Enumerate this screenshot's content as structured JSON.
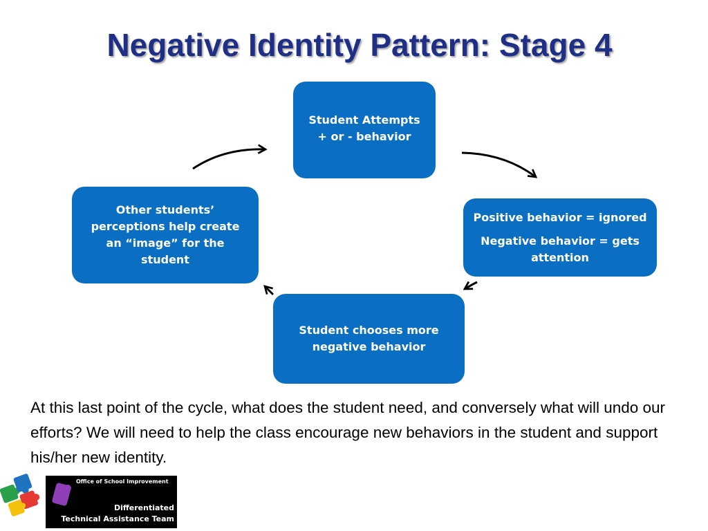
{
  "slide": {
    "title": "Negative Identity Pattern: Stage 4",
    "body": "At this last point of the cycle, what does the student need, and conversely what will undo our efforts? We will need to help the class encourage new behaviors in the student and support his/her new identity."
  },
  "cycle": {
    "top": {
      "text": "Student Attempts + or - behavior"
    },
    "right": {
      "line1": "Positive behavior = ignored",
      "line2": "Negative behavior = gets attention"
    },
    "bottom": {
      "text": "Student chooses more negative behavior"
    },
    "left": {
      "text": "Other students’ perceptions help create an “image” for the student"
    }
  },
  "logo": {
    "line1": "Office of School Improvement",
    "line2": "Differentiated",
    "line3": "Technical Assistance Team",
    "puzzle_colors": [
      "#2aa04a",
      "#1e73be",
      "#e53935",
      "#f4c20d",
      "#8e3fb8"
    ]
  },
  "colors": {
    "title": "#1f2f86",
    "box": "#0a6fc2",
    "box_text": "#ffffff"
  }
}
